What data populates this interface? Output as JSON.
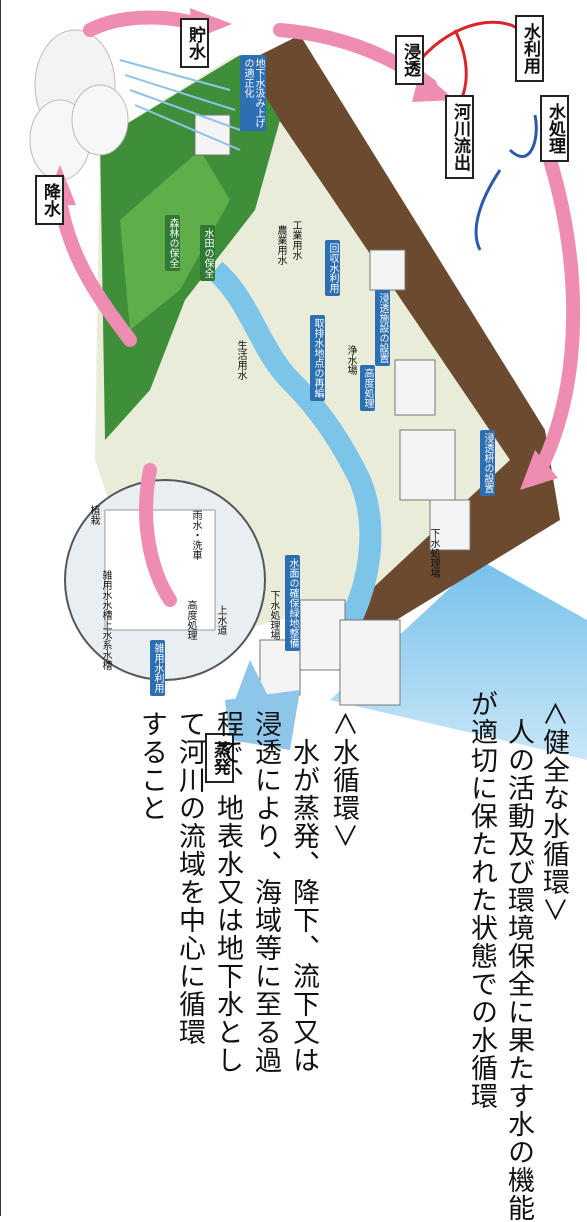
{
  "cycle_labels": {
    "rain": "降水",
    "storage": "貯水",
    "infiltration": "浸透",
    "water_use": "水利用",
    "river_outflow": "河川流出",
    "water_treatment": "水処理",
    "evaporation": "蒸発"
  },
  "area_tags": {
    "forest": "森林の保全",
    "paddy": "水田の保全",
    "groundwater": "地下水汲み上げの適正化",
    "reuse": "回収水利用",
    "intake": "取排水地点の再編",
    "infiltration_facility": "浸透施設の設置",
    "advanced_treatment": "高度処理",
    "trench": "浸透枡の設置",
    "waterside": "水面の確保緑地整備"
  },
  "small_labels": {
    "agri_water": "農業用水",
    "industrial_water": "工業用水",
    "domestic_water": "生活用水",
    "purification": "浄水場",
    "sewage1": "下水処理場",
    "sewage2": "下水処理場",
    "rooftop": "植栽",
    "rainwater": "雨水・洗車",
    "misc_tank": "雑用水水槽",
    "tap_tank": "上水系水槽",
    "advanced": "高度処理",
    "tap": "上水道",
    "misc_use": "雑用水利用"
  },
  "definitions": {
    "water_cycle_title": "＜水循環＞",
    "water_cycle_lines": [
      "　水が蒸発、降下、流下又は",
      "浸透により、海域等に至る過",
      "程で、地表水又は地下水とし",
      "て河川の流域を中心に循環",
      "すること"
    ],
    "healthy_title": "＜健全な水循環＞",
    "healthy_lines": [
      "　人の活動及び環境保全に果たす水の機能",
      "が適切に保たれた状態での水循環"
    ]
  },
  "colors": {
    "pink_arrow": "#ee8cb1",
    "red_arrow": "#d6262a",
    "blue_arrow": "#2a5aa8",
    "sky_blue": "#8ec6ea",
    "ground": "#6b4a2f"
  }
}
